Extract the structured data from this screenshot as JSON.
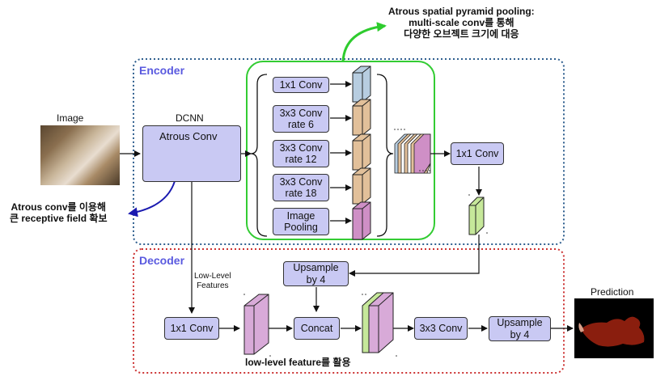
{
  "input_label": "Image",
  "output_label": "Prediction",
  "encoder": {
    "title": "Encoder",
    "dcnn_label": "DCNN",
    "atrous_conv_label": "Atrous Conv",
    "aspp": {
      "branches": [
        "1x1 Conv",
        "3x3 Conv\nrate 6",
        "3x3 Conv\nrate 12",
        "3x3 Conv\nrate 18",
        "Image\nPooling"
      ]
    },
    "post_conv_label": "1x1 Conv"
  },
  "decoder": {
    "title": "Decoder",
    "low_level_label": "Low-Level\nFeatures",
    "low_conv_label": "1x1 Conv",
    "upsample_top_label": "Upsample\nby 4",
    "concat_label": "Concat",
    "conv3_label": "3x3 Conv",
    "upsample_final_label": "Upsample\nby 4"
  },
  "annotations": {
    "aspp_note": "Atrous spatial pyramid pooling:\nmulti-scale conv를 통해\n다양한 오브젝트 크기에 대응",
    "atrous_note": "Atrous conv를 이용해\n큰 receptive field 확보",
    "lowlevel_note": "low-level feature를 활용"
  },
  "colors": {
    "box_fill": "#c9c9f3",
    "encoder_border": "#2f5f8f",
    "decoder_border": "#cc3333",
    "aspp_border": "#33cc33",
    "arrow_green": "#2ecc2e",
    "arrow_blue": "#1a1ab0",
    "feature_blue": "#b7cde0",
    "feature_tan": "#e2c09a",
    "feature_pink": "#cf8fc6",
    "feature_green": "#c6e89a"
  }
}
